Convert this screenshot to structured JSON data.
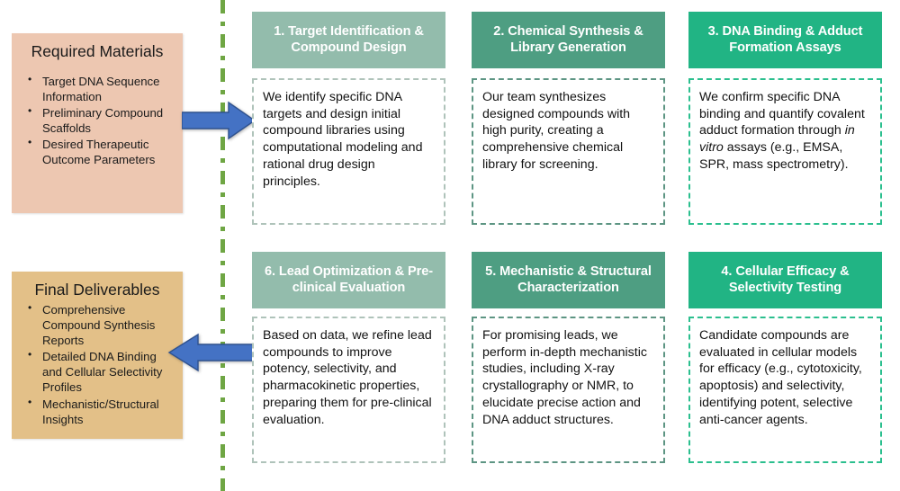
{
  "panels": {
    "required": {
      "title": "Required Materials",
      "bg_color": "#EDC7B1",
      "items": [
        "Target DNA Sequence Information",
        "Preliminary Compound Scaffolds",
        "Desired Therapeutic Outcome Parameters"
      ]
    },
    "final": {
      "title": "Final Deliverables",
      "bg_color": "#E3C088",
      "items": [
        "Comprehensive Compound Synthesis Reports",
        "Detailed DNA Binding and Cellular Selectivity Profiles",
        "Mechanistic/Structural Insights"
      ]
    }
  },
  "divider": {
    "color": "#6FA644",
    "style": "dash-dot-vertical"
  },
  "arrows": {
    "input_arrow": {
      "direction": "right",
      "fill_color": "#4472C4",
      "stroke_color": "#2F528F"
    },
    "output_arrow": {
      "direction": "left",
      "fill_color": "#4472C4",
      "stroke_color": "#2F528F"
    }
  },
  "steps": [
    {
      "id": "step-1",
      "header": "1. Target Identification & Compound Design",
      "body": "We identify specific DNA targets and design initial compound libraries using computational modeling and rational drug design principles.",
      "header_color": "#93BCAC",
      "border_color": "#AFC3BA"
    },
    {
      "id": "step-2",
      "header": "2. Chemical Synthesis & Library Generation",
      "body": "Our team synthesizes designed compounds with high purity, creating a comprehensive chemical library for screening.",
      "header_color": "#4E9E82",
      "border_color": "#5D9583"
    },
    {
      "id": "step-3",
      "header": "3. DNA Binding & Adduct Formation Assays",
      "body_pre": "We confirm specific DNA binding and quantify covalent adduct formation through ",
      "body_em": "in vitro",
      "body_post": " assays (e.g., EMSA, SPR, mass spectrometry).",
      "header_color": "#21B484",
      "border_color": "#2BBF8E"
    },
    {
      "id": "step-6",
      "header": "6. Lead Optimization & Pre-clinical Evaluation",
      "body": "Based on data, we refine lead compounds to improve potency, selectivity, and pharmacokinetic properties, preparing them for pre-clinical evaluation.",
      "header_color": "#93BCAC",
      "border_color": "#AFC3BA"
    },
    {
      "id": "step-5",
      "header": "5. Mechanistic & Structural Characterization",
      "body": "For promising leads, we perform in-depth mechanistic studies, including X-ray crystallography or NMR, to elucidate precise action and DNA adduct structures.",
      "header_color": "#4E9E82",
      "border_color": "#5D9583"
    },
    {
      "id": "step-4",
      "header": "4. Cellular Efficacy & Selectivity Testing",
      "body": "Candidate compounds are evaluated in cellular models for efficacy (e.g., cytotoxicity, apoptosis) and selectivity, identifying potent, selective anti-cancer agents.",
      "header_color": "#21B484",
      "border_color": "#2BBF8E"
    }
  ]
}
